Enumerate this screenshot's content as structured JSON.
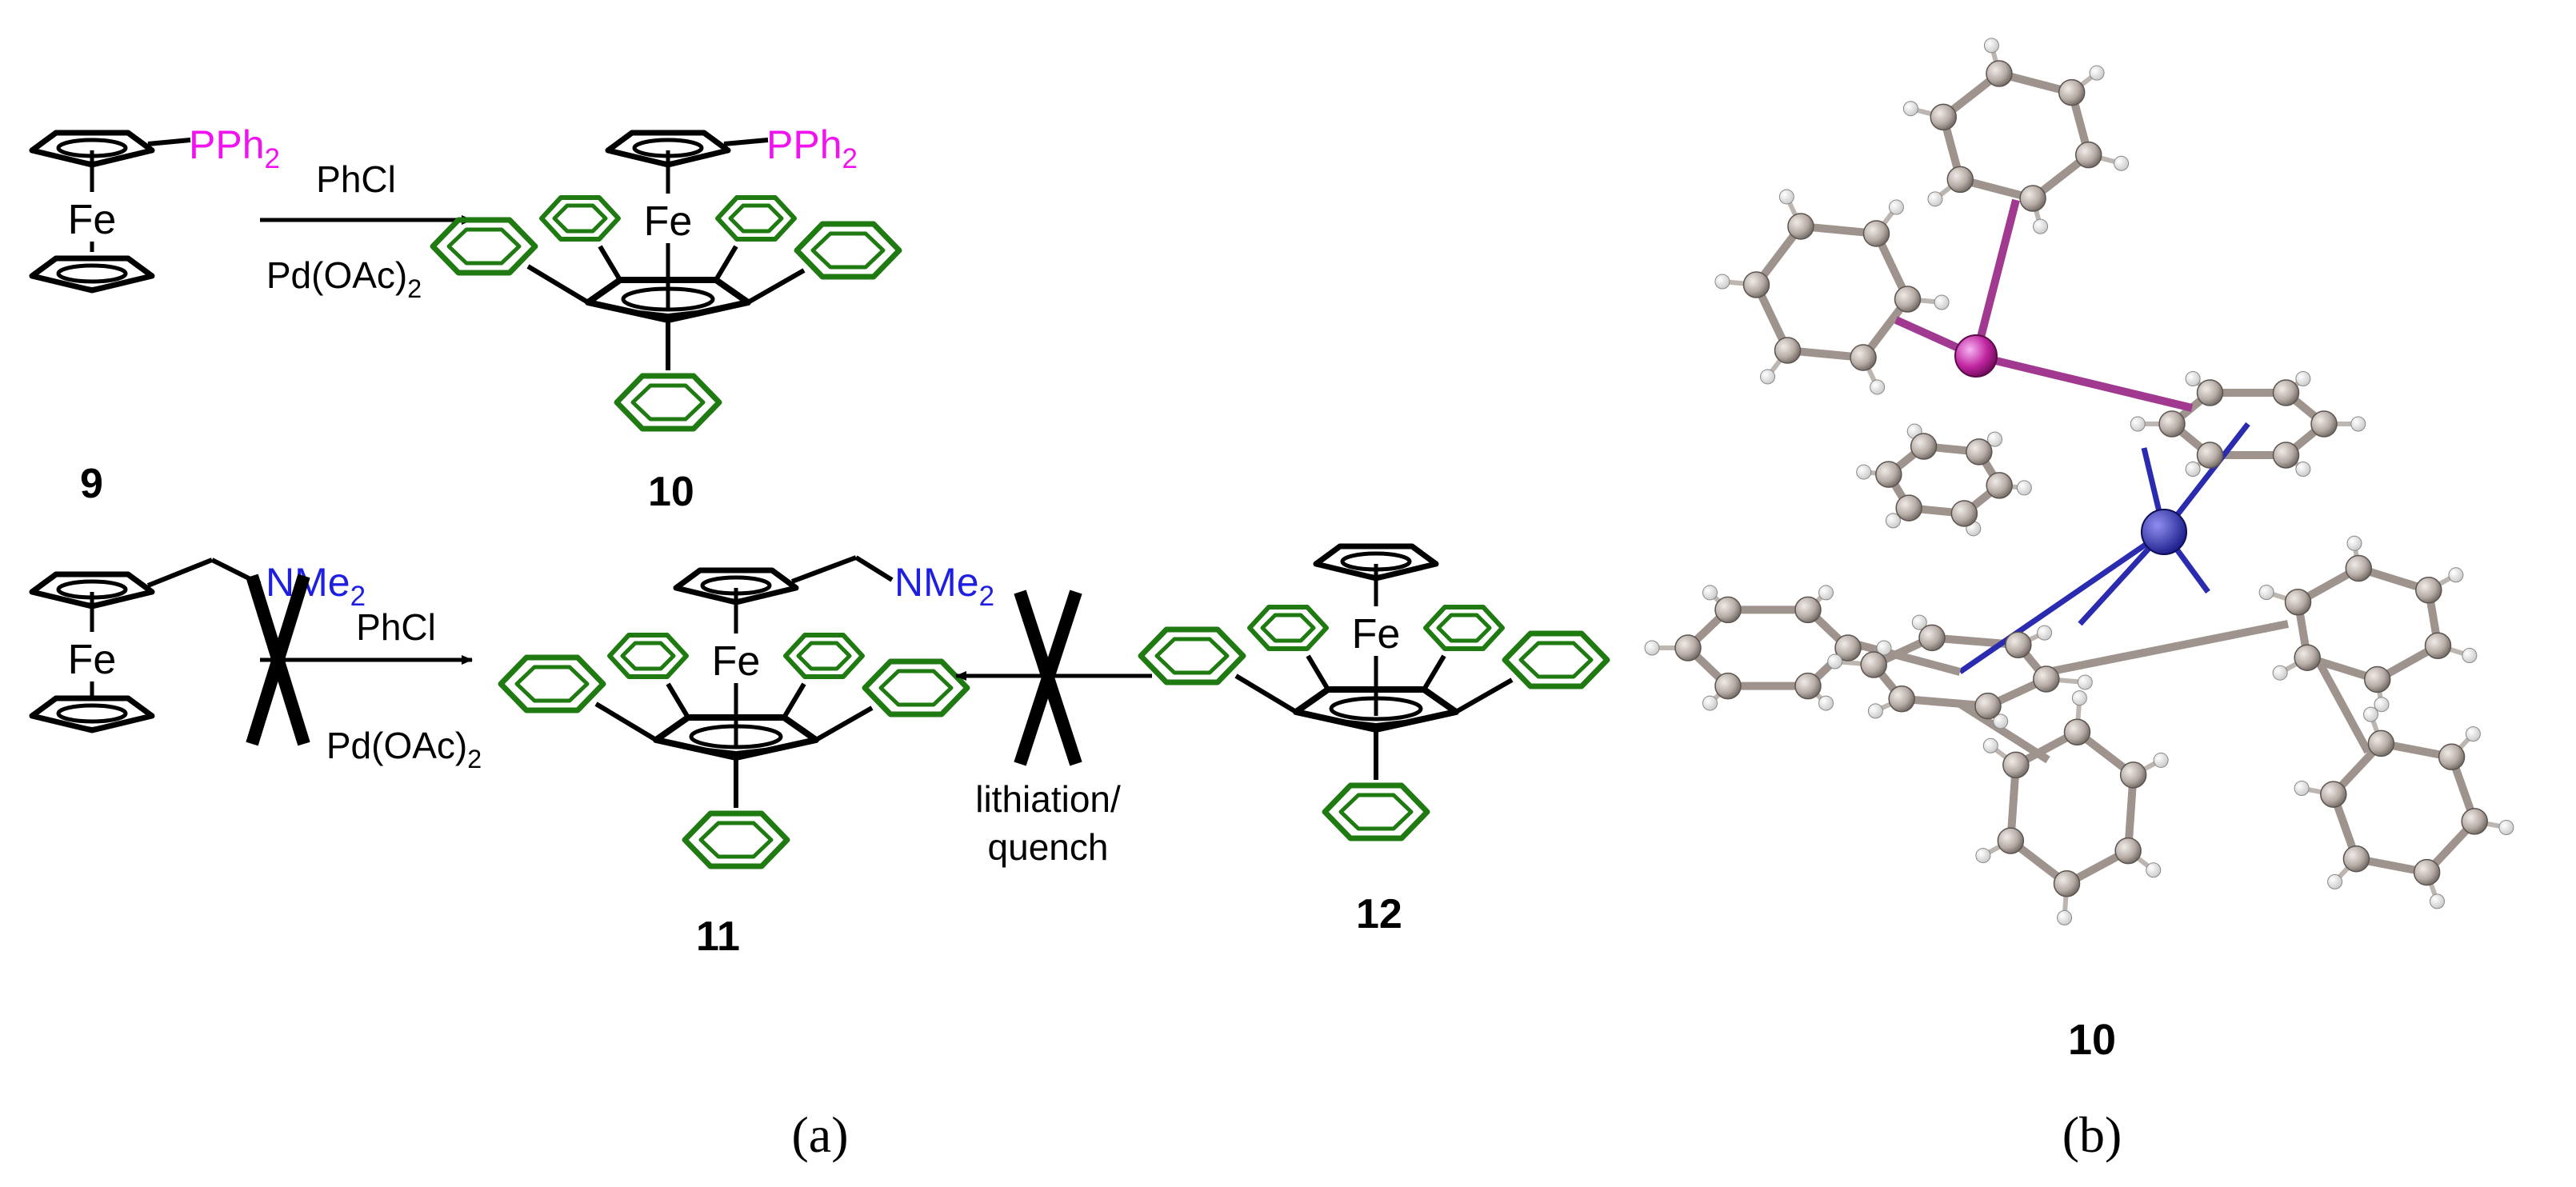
{
  "colors": {
    "phosphine": "#f013f0",
    "amine": "#1f1fe0",
    "phenyl": "#1f7a12",
    "bond": "#000000",
    "atom": "#b7aca6",
    "iron": "#2b2bb0"
  },
  "scheme_a": {
    "reaction1": {
      "reactant_fe": "Fe",
      "reactant_substituent": "PPh2",
      "reactant_number": "9",
      "reagent_above": "PhCl",
      "reagent_below": "Pd(OAc)2",
      "product_fe": "Fe",
      "product_substituent": "PPh2",
      "product_number": "10"
    },
    "reaction2": {
      "reactant_fe": "Fe",
      "reactant_substituent": "NMe2",
      "reagent_above": "PhCl",
      "reagent_below": "Pd(OAc)2",
      "product_fe": "Fe",
      "product_substituent": "NMe2",
      "product_number": "11"
    },
    "reaction3": {
      "reagent_line1": "lithiation/",
      "reagent_line2": "quench",
      "reactant_fe": "Fe",
      "reactant_number": "12"
    },
    "caption": "(a)"
  },
  "panel_b": {
    "compound_number": "10",
    "caption": "(b)"
  }
}
